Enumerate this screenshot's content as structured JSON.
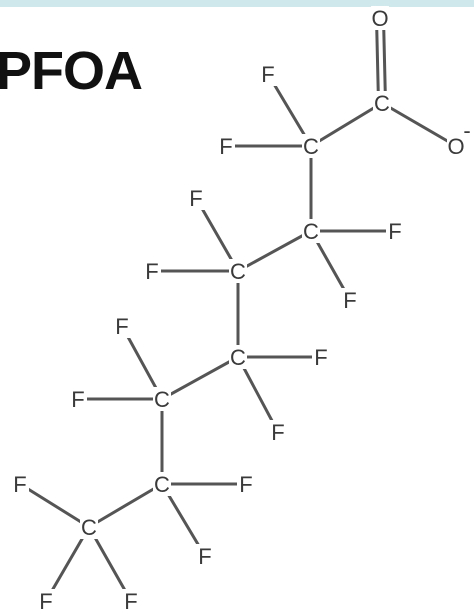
{
  "title": "PFOA",
  "atoms": [
    {
      "id": "O1",
      "label": "O"
    },
    {
      "id": "C1",
      "label": "C"
    },
    {
      "id": "O2",
      "label": "O"
    },
    {
      "id": "O2c",
      "label": "-"
    },
    {
      "id": "C2",
      "label": "C"
    },
    {
      "id": "F2a",
      "label": "F"
    },
    {
      "id": "F2b",
      "label": "F"
    },
    {
      "id": "C3",
      "label": "C"
    },
    {
      "id": "F3a",
      "label": "F"
    },
    {
      "id": "F3b",
      "label": "F"
    },
    {
      "id": "C4",
      "label": "C"
    },
    {
      "id": "F4a",
      "label": "F"
    },
    {
      "id": "F4b",
      "label": "F"
    },
    {
      "id": "C5",
      "label": "C"
    },
    {
      "id": "F5a",
      "label": "F"
    },
    {
      "id": "F5b",
      "label": "F"
    },
    {
      "id": "C6",
      "label": "C"
    },
    {
      "id": "F6a",
      "label": "F"
    },
    {
      "id": "F6b",
      "label": "F"
    },
    {
      "id": "C7",
      "label": "C"
    },
    {
      "id": "F7a",
      "label": "F"
    },
    {
      "id": "F7b",
      "label": "F"
    },
    {
      "id": "C8",
      "label": "C"
    },
    {
      "id": "F8a",
      "label": "F"
    },
    {
      "id": "F8b",
      "label": "F"
    },
    {
      "id": "F8c",
      "label": "F"
    }
  ],
  "bonds": [
    {
      "a": "C1",
      "b": "O1",
      "order": 2
    },
    {
      "a": "C1",
      "b": "O2",
      "order": 1
    },
    {
      "a": "C1",
      "b": "C2",
      "order": 1
    },
    {
      "a": "C2",
      "b": "F2a",
      "order": 1
    },
    {
      "a": "C2",
      "b": "F2b",
      "order": 1
    },
    {
      "a": "C2",
      "b": "C3",
      "order": 1
    },
    {
      "a": "C3",
      "b": "F3a",
      "order": 1
    },
    {
      "a": "C3",
      "b": "F3b",
      "order": 1
    },
    {
      "a": "C3",
      "b": "C4",
      "order": 1
    },
    {
      "a": "C4",
      "b": "F4a",
      "order": 1
    },
    {
      "a": "C4",
      "b": "F4b",
      "order": 1
    },
    {
      "a": "C4",
      "b": "C5",
      "order": 1
    },
    {
      "a": "C5",
      "b": "F5a",
      "order": 1
    },
    {
      "a": "C5",
      "b": "F5b",
      "order": 1
    },
    {
      "a": "C5",
      "b": "C6",
      "order": 1
    },
    {
      "a": "C6",
      "b": "F6a",
      "order": 1
    },
    {
      "a": "C6",
      "b": "F6b",
      "order": 1
    },
    {
      "a": "C6",
      "b": "C7",
      "order": 1
    },
    {
      "a": "C7",
      "b": "F7a",
      "order": 1
    },
    {
      "a": "C7",
      "b": "F7b",
      "order": 1
    },
    {
      "a": "C7",
      "b": "C8",
      "order": 1
    },
    {
      "a": "C8",
      "b": "F8a",
      "order": 1
    },
    {
      "a": "C8",
      "b": "F8b",
      "order": 1
    },
    {
      "a": "C8",
      "b": "F8c",
      "order": 1
    }
  ]
}
